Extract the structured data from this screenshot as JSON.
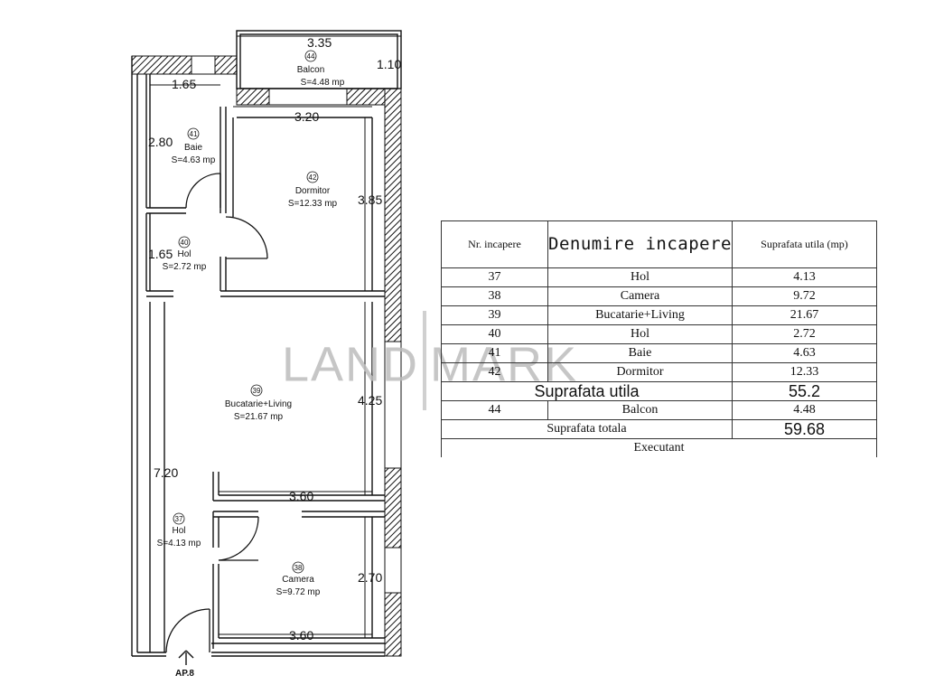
{
  "watermark": {
    "left": "LAND",
    "right": "MARK"
  },
  "plan": {
    "dimensions": {
      "top_width": "3.35",
      "balcony_depth": "1.10",
      "bath_width": "1.65",
      "bedroom_width": "3.20",
      "bath_height": "2.80",
      "bedroom_height": "3.85",
      "hall_height": "1.65",
      "living_height": "4.25",
      "left_length": "7.20",
      "living_bottom_width": "3.60",
      "room_height": "2.70",
      "room_bottom_width": "3.60"
    },
    "rooms": [
      {
        "id": "44",
        "name": "Balcon",
        "area": "S=4.48 mp"
      },
      {
        "id": "41",
        "name": "Baie",
        "area": "S=4.63 mp"
      },
      {
        "id": "42",
        "name": "Dormitor",
        "area": "S=12.33 mp"
      },
      {
        "id": "40",
        "name": "Hol",
        "area": "S=2.72 mp"
      },
      {
        "id": "39",
        "name": "Bucatarie+Living",
        "area": "S=21.67 mp"
      },
      {
        "id": "37",
        "name": "Hol",
        "area": "S=4.13 mp"
      },
      {
        "id": "38",
        "name": "Camera",
        "area": "S=9.72 mp"
      }
    ],
    "entrance": "AP.8"
  },
  "table": {
    "headers": [
      "Nr. incapere",
      "Denumire incapere",
      "Suprafata utila (mp)"
    ],
    "rows": [
      {
        "nr": "37",
        "name": "Hol",
        "area": "4.13"
      },
      {
        "nr": "38",
        "name": "Camera",
        "area": "9.72"
      },
      {
        "nr": "39",
        "name": "Bucatarie+Living",
        "area": "21.67"
      },
      {
        "nr": "40",
        "name": "Hol",
        "area": "2.72"
      },
      {
        "nr": "41",
        "name": "Baie",
        "area": "4.63"
      },
      {
        "nr": "42",
        "name": "Dormitor",
        "area": "12.33"
      }
    ],
    "util_label": "Suprafata utila",
    "util_value": "55.2",
    "balcon": {
      "nr": "44",
      "name": "Balcon",
      "area": "4.48"
    },
    "total_label": "Suprafata totala",
    "total_value": "59.68",
    "executant": "Executant"
  }
}
